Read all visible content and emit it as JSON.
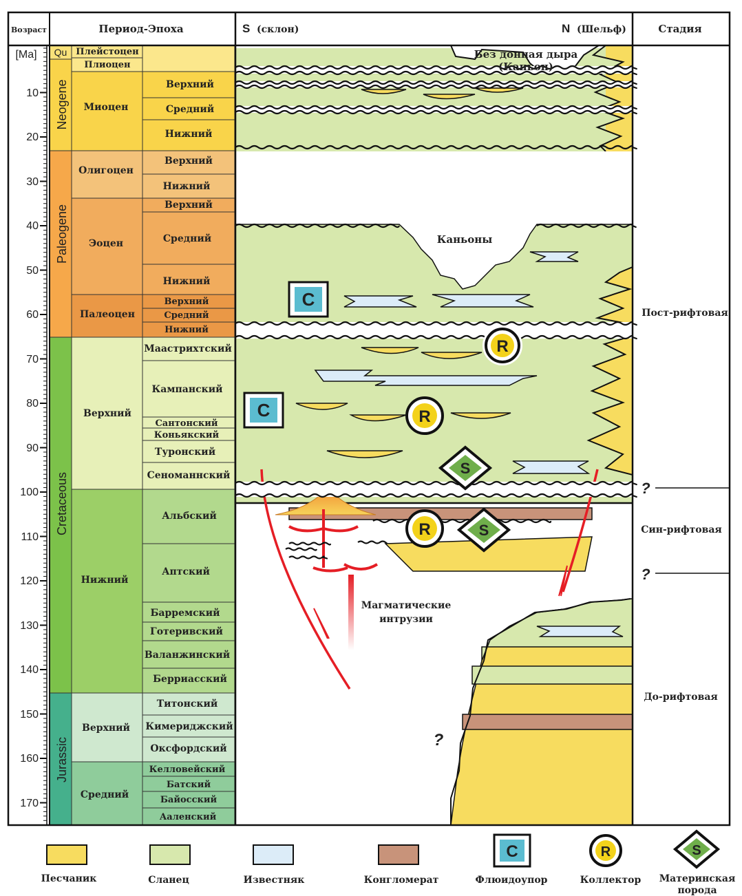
{
  "header": {
    "age": "Возраст",
    "period_epoch": "Период-Эпоха",
    "south": "S",
    "south_note": "(склон)",
    "north": "N",
    "north_note": "(Шельф)",
    "stage": "Стадия",
    "unit": "[Ma]"
  },
  "age_ticks": [
    "10",
    "20",
    "30",
    "40",
    "50",
    "60",
    "70",
    "80",
    "90",
    "100",
    "110",
    "120",
    "130",
    "140",
    "150",
    "160",
    "170"
  ],
  "periods": {
    "quaternary": "Qu",
    "neogene": "Neogene",
    "paleogene": "Paleogene",
    "cretaceous": "Cretaceous",
    "jurassic": "Jurassic"
  },
  "epochs": {
    "pleistocene": "Плейстоцен",
    "pliocene": "Плиоцен",
    "miocene": "Миоцен",
    "oligocene": "Олигоцен",
    "eocene": "Эоцен",
    "paleocene": "Палеоцен",
    "cret_upper": "Верхний",
    "cret_lower": "Нижний",
    "jur_upper": "Верхний",
    "jur_middle": "Средний"
  },
  "stages": {
    "mio_upper": "Верхний",
    "mio_middle": "Средний",
    "mio_lower": "Нижний",
    "oli_upper": "Верхний",
    "oli_lower": "Нижний",
    "eo_upper": "Верхний",
    "eo_middle": "Средний",
    "eo_lower": "Нижний",
    "pal_upper": "Верхний",
    "pal_middle": "Средний",
    "pal_lower": "Нижний",
    "maastrichtian": "Маастрихтский",
    "campanian": "Кампанский",
    "santonian": "Сантонский",
    "coniacian": "Коньякский",
    "turonian": "Туронский",
    "cenomanian": "Сеноманнский",
    "albian": "Альбский",
    "aptian": "Аптский",
    "barremian": "Барремский",
    "hauterivian": "Готеривский",
    "valanginian": "Валанжинский",
    "berriasian": "Берриасский",
    "tithonian": "Титонский",
    "kimmeridgian": "Кимериджский",
    "oxfordian": "Оксфордский",
    "callovian": "Келловейский",
    "bathonian": "Батский",
    "bajocian": "Байосский",
    "aalenian": "Ааленский"
  },
  "phases": {
    "post_rift": "Пост-рифтовая",
    "syn_rift": "Син-рифтовая",
    "pre_rift": "До-рифтовая",
    "q1": "?",
    "q2": "?"
  },
  "annotations": {
    "bottomless_line1": "Без донная дыра",
    "bottomless_line2": "(Каньон)",
    "canyons": "Каньоны",
    "magmatic_line1": "Магматические",
    "magmatic_line2": "интрузии",
    "question": "?"
  },
  "symbols": {
    "seal": "C",
    "reservoir": "R",
    "source": "S"
  },
  "legend": {
    "sandstone": "Песчаник",
    "shale": "Сланец",
    "limestone": "Известняк",
    "conglomerate": "Конгломерат",
    "seal": "Флюидоупор",
    "reservoir": "Коллектор",
    "source_line1": "Материнская",
    "source_line2": "порода"
  },
  "colors": {
    "sandstone": "#f7dc5f",
    "shale": "#d7e8ad",
    "limestone": "#dcecf8",
    "conglomerate": "#c8937a",
    "neogene": "#f9d44a",
    "paleogene": "#f6a84a",
    "cretaceous": "#7cc24a",
    "jurassic": "#45b08c",
    "fault": "#e51e25",
    "seal_fill": "#5bbcd0",
    "reservoir_fill": "#f3d21b",
    "source_fill": "#6fae4b"
  }
}
